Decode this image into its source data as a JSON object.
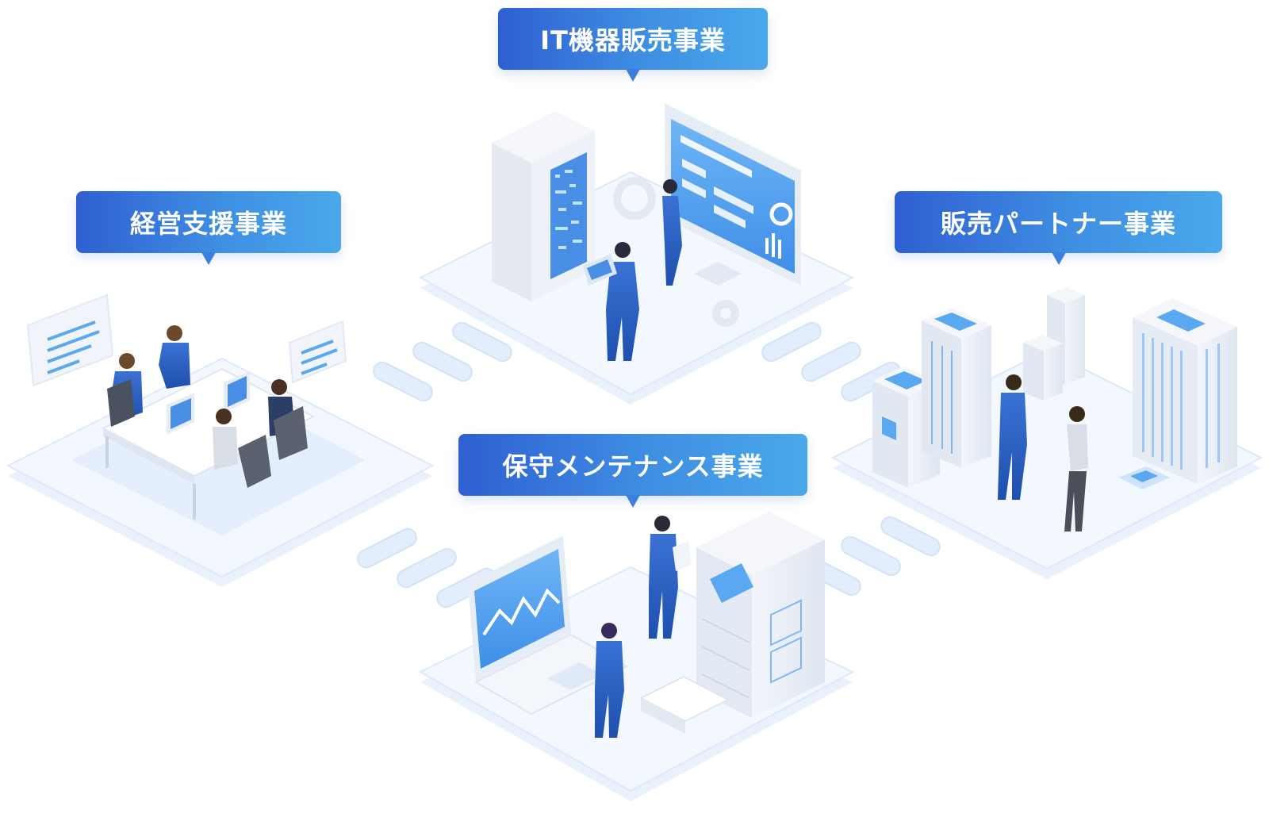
{
  "labels": {
    "it_equipment": "IT機器販売事業",
    "management_support": "経営支援事業",
    "sales_partner": "販売パートナー事業",
    "maintenance": "保守メンテナンス事業"
  },
  "colors": {
    "label_gradient_start": "#2f5fd1",
    "label_gradient_end": "#4aa8ea",
    "platform_top": "#eef5fe",
    "platform_edge": "#dbe8fb",
    "accent_blue": "#2f6fd6",
    "screen_blue": "#4b9ef0"
  },
  "icons": [
    "server-rack-icon",
    "monitor-dashboard-icon",
    "meeting-table-icon",
    "chat-bubble-icon",
    "office-building-icon",
    "laptop-chart-icon",
    "printer-icon",
    "gear-icon",
    "person-icon"
  ]
}
